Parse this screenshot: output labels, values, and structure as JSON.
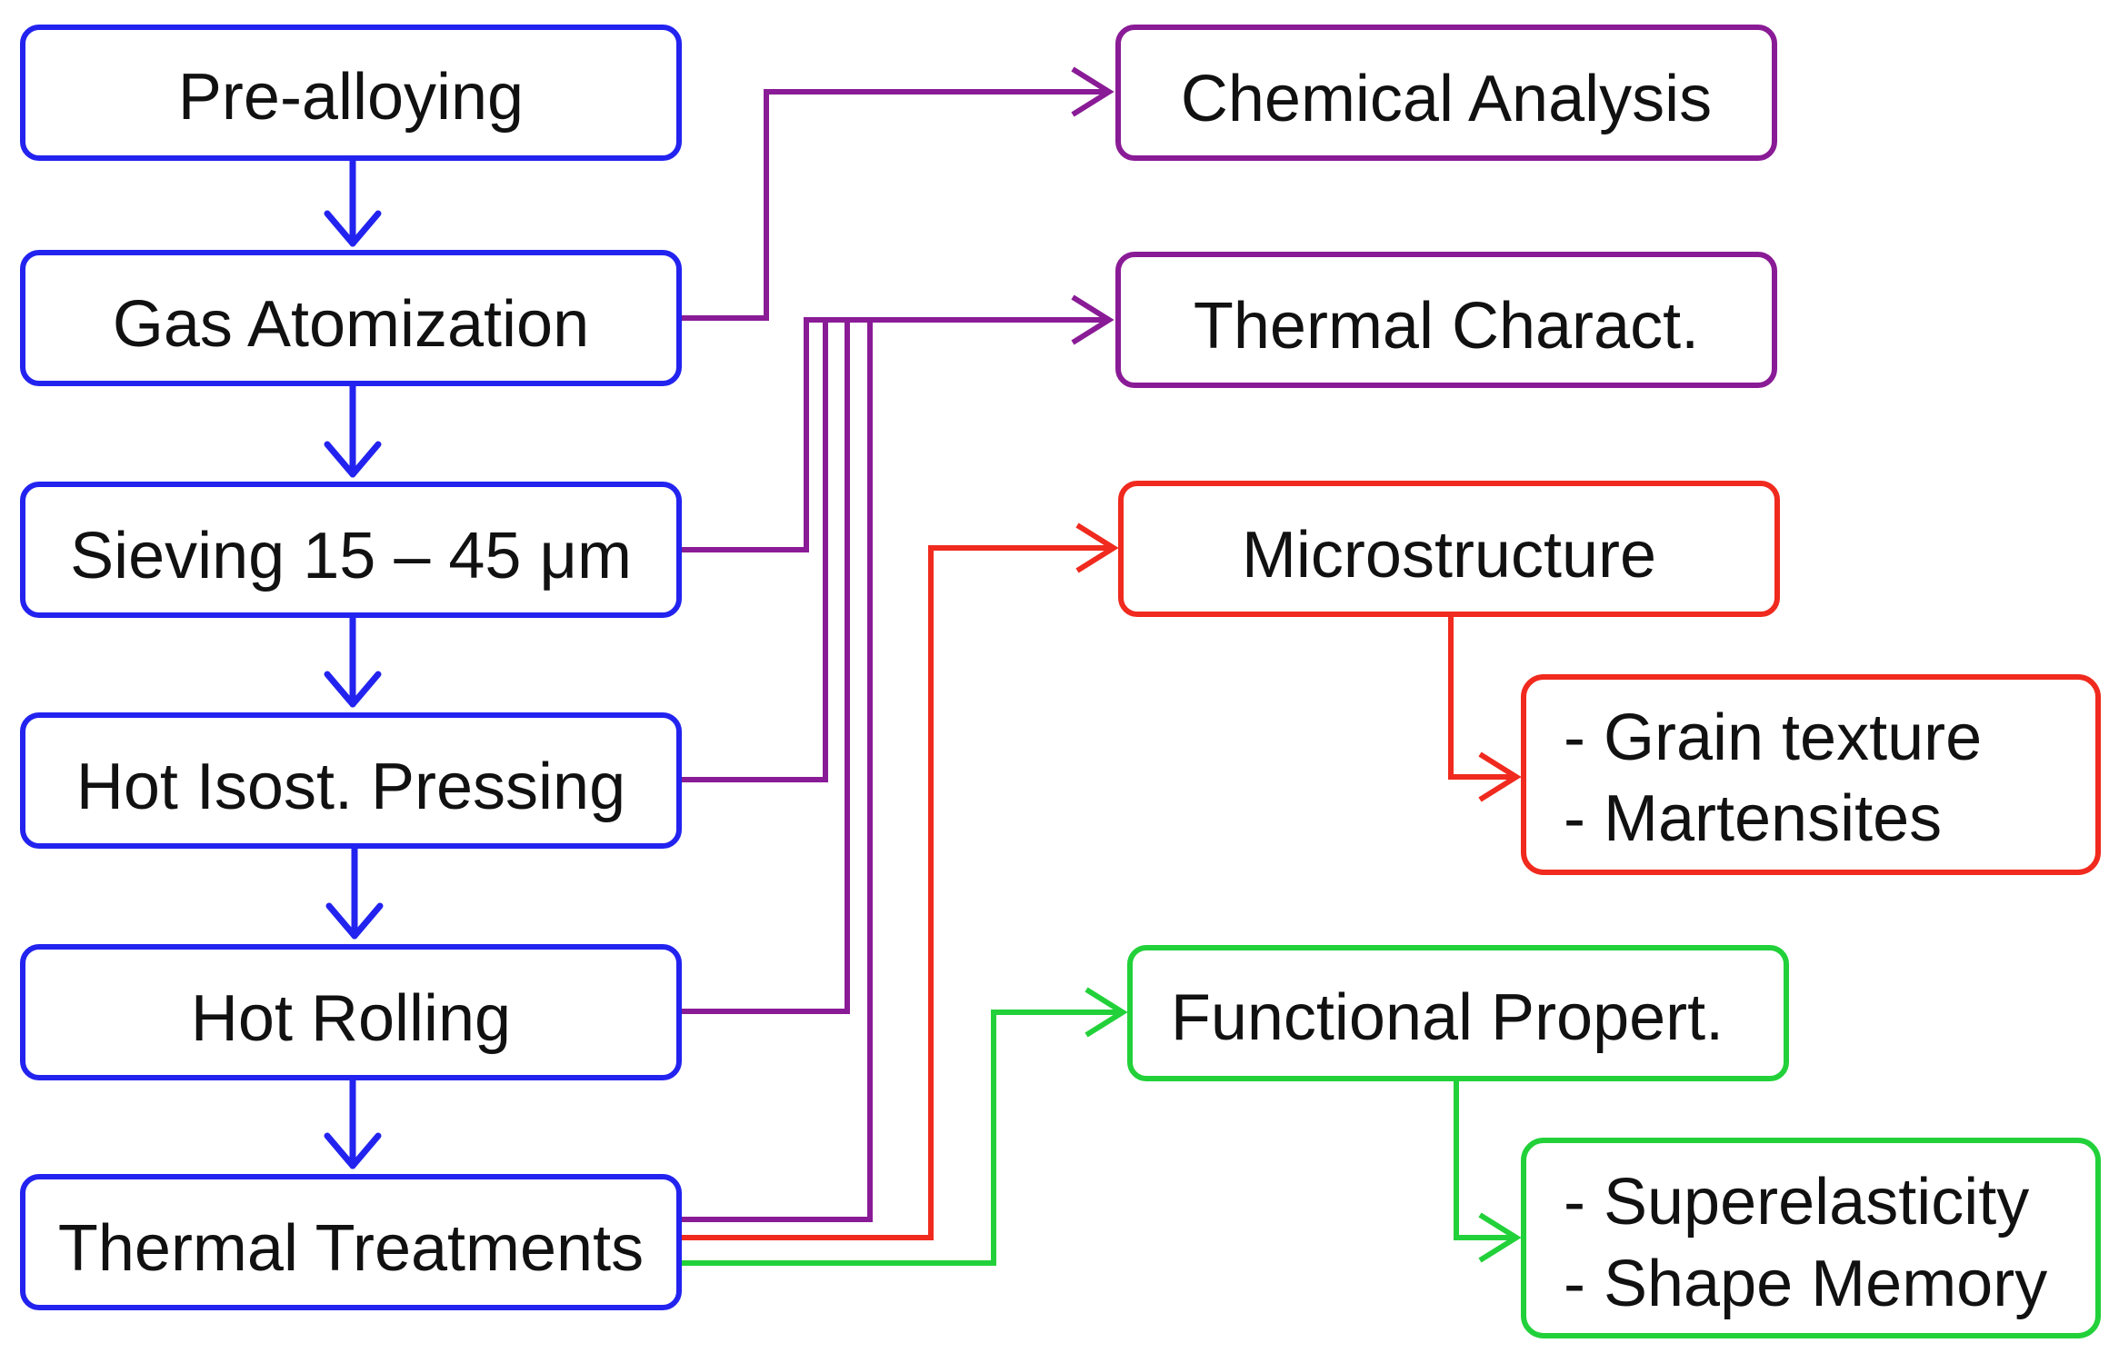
{
  "colors": {
    "process": "#2323f0",
    "purple": "#8a1b96",
    "red": "#f02a1e",
    "green": "#22d13a",
    "text": "#111111"
  },
  "process_steps": [
    {
      "label": "Pre-alloying"
    },
    {
      "label": "Gas Atomization"
    },
    {
      "label": "Sieving 15 – 45 μm"
    },
    {
      "label": "Hot Isost. Pressing"
    },
    {
      "label": "Hot Rolling"
    },
    {
      "label": "Thermal Treatments"
    }
  ],
  "characterization": {
    "chemical_analysis": {
      "label": "Chemical Analysis"
    },
    "thermal_charact": {
      "label": "Thermal Charact."
    },
    "microstructure": {
      "label": "Microstructure",
      "details": [
        "- Grain texture",
        "- Martensites"
      ]
    },
    "functional_propert": {
      "label": "Functional Propert.",
      "details": [
        "- Superelasticity",
        "- Shape Memory"
      ]
    }
  }
}
